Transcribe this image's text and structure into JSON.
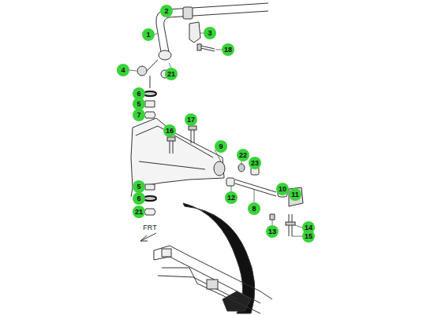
{
  "diagram": {
    "labels": [
      "2",
      "1",
      "3",
      "18",
      "4",
      "21",
      "6",
      "5",
      "7",
      "16",
      "17",
      "9",
      "22",
      "23",
      "5",
      "12",
      "10",
      "11",
      "8",
      "6",
      "21",
      "14",
      "13",
      "15",
      "FRT"
    ]
  }
}
